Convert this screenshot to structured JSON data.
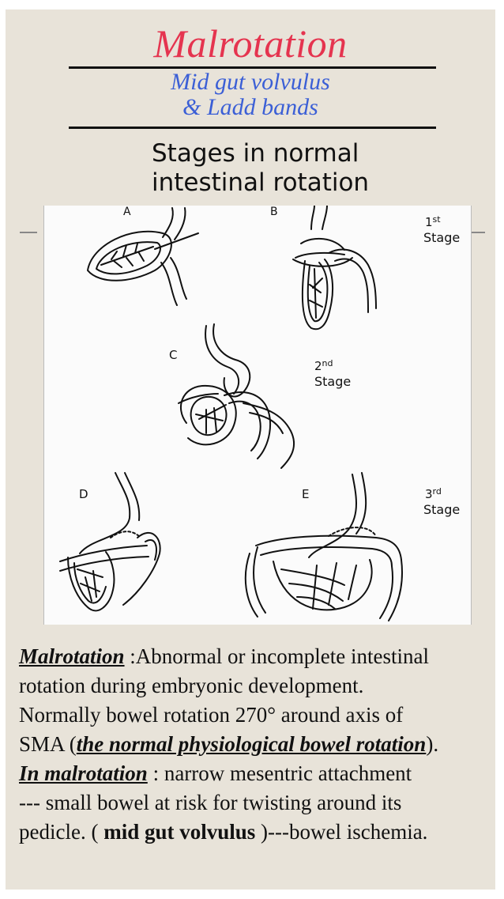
{
  "slide": {
    "title": "Malrotation",
    "subtitle_line1": "Mid gut volvulus",
    "subtitle_line2": "& Ladd bands",
    "stages_heading_line1": "Stages in normal",
    "stages_heading_line2": "intestinal rotation"
  },
  "figure": {
    "labels": {
      "a": "A",
      "b": "B",
      "c": "C",
      "d": "D",
      "e": "E"
    },
    "stage1": {
      "ord": "1",
      "sup": "st",
      "word": "Stage"
    },
    "stage2": {
      "ord": "2",
      "sup": "nd",
      "word": "Stage"
    },
    "stage3": {
      "ord": "3",
      "sup": "rd",
      "word": "Stage"
    }
  },
  "body": {
    "l1_term": "Malrotation",
    "l1_rest": " :Abnormal or incomplete intestinal",
    "l2": "rotation during embryonic development.",
    "l3": "Normally bowel rotation 270° around axis of",
    "l4_pre": "SMA (",
    "l4_em": "the normal physiological bowel rotation",
    "l4_post": ").",
    "l5_term": "In malrotation",
    "l5_rest": " : narrow mesentric attachment",
    "l6": "--- small bowel at risk for twisting around its",
    "l7_pre": "pedicle. ( ",
    "l7_bold": "mid gut volvulus",
    "l7_post": " )---bowel ischemia."
  }
}
